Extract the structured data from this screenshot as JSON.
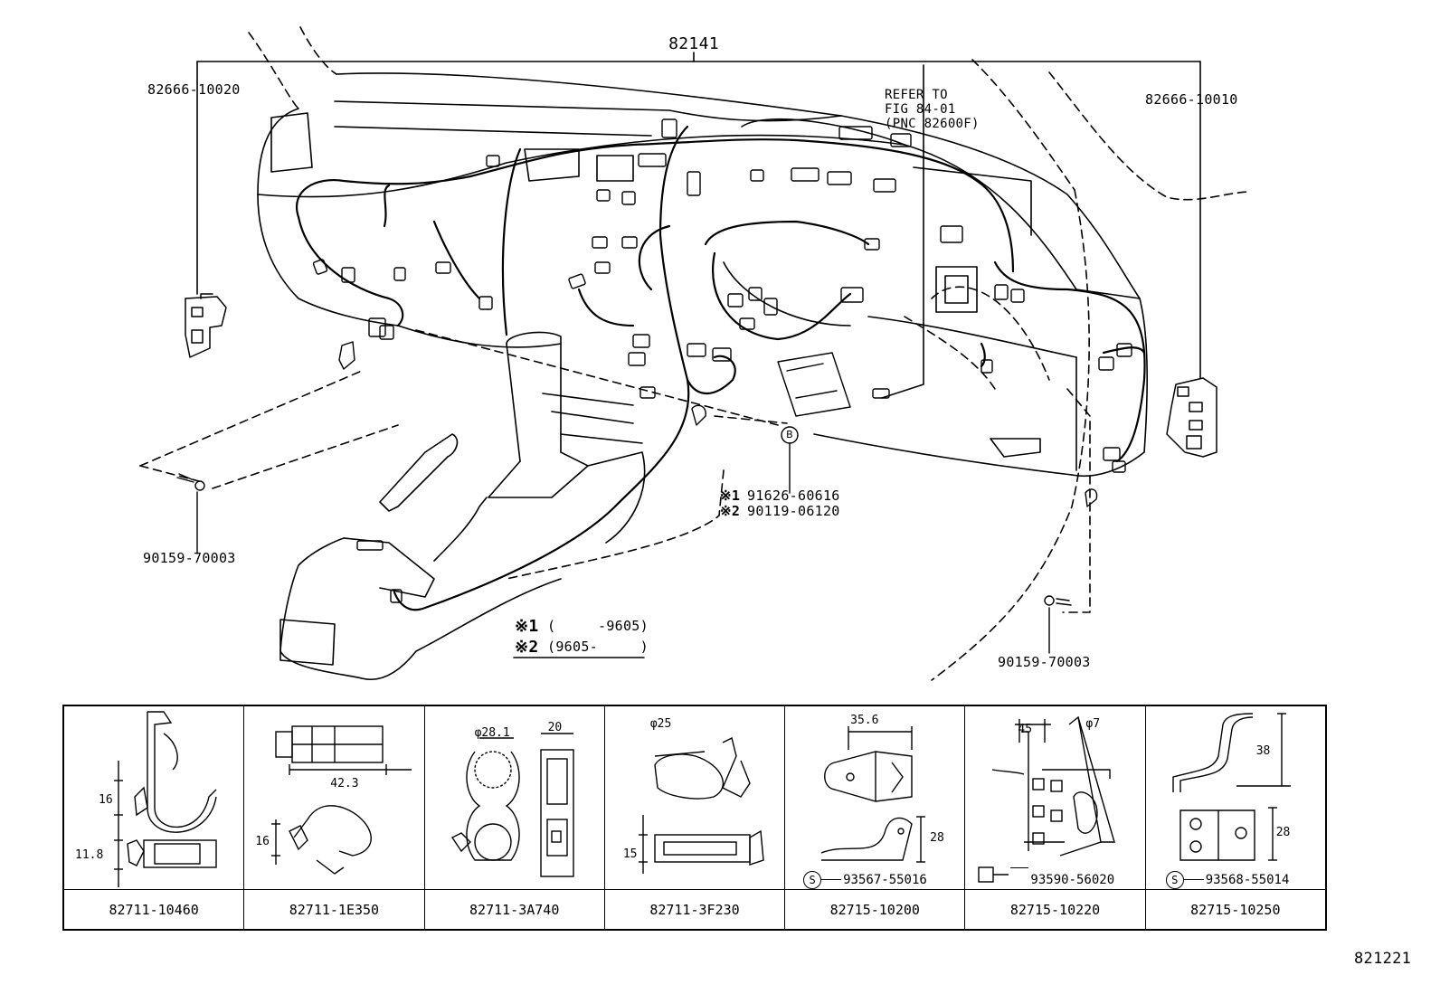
{
  "main_part": "82141",
  "labels": {
    "bracket_left": "82666-10020",
    "bracket_right": "82666-10010",
    "refer_line1": "REFER TO",
    "refer_line2": "FIG 84-01",
    "refer_line3": "(PNC 82600F)",
    "bolt_left": "90159-70003",
    "bolt_right": "90159-70003",
    "callout_b": "B",
    "alt1_mark": "※1",
    "alt1_part": "91626-60616",
    "alt2_mark": "※2",
    "alt2_part": "90119-06120",
    "legend1_mark": "※1",
    "legend1_text": "(     -9605)",
    "legend2_mark": "※2",
    "legend2_text": "(9605-     )",
    "figure_number": "821221"
  },
  "parts_table": [
    {
      "part": "82711-10460",
      "dims": [
        "16",
        "11.8"
      ]
    },
    {
      "part": "82711-1E350",
      "dims": [
        "42.3",
        "16"
      ]
    },
    {
      "part": "82711-3A740",
      "dims": [
        "φ28.1",
        "20"
      ]
    },
    {
      "part": "82711-3F230",
      "dims": [
        "φ25",
        "15"
      ]
    },
    {
      "part": "82715-10200",
      "dims": [
        "35.6",
        "28"
      ],
      "sub_mark": "S",
      "sub_part": "93567-55016"
    },
    {
      "part": "82715-10220",
      "dims": [
        "45",
        "φ7"
      ],
      "sub_part": "93590-56020"
    },
    {
      "part": "82715-10250",
      "dims": [
        "38",
        "28"
      ],
      "sub_mark": "S",
      "sub_part": "93568-55014"
    }
  ]
}
